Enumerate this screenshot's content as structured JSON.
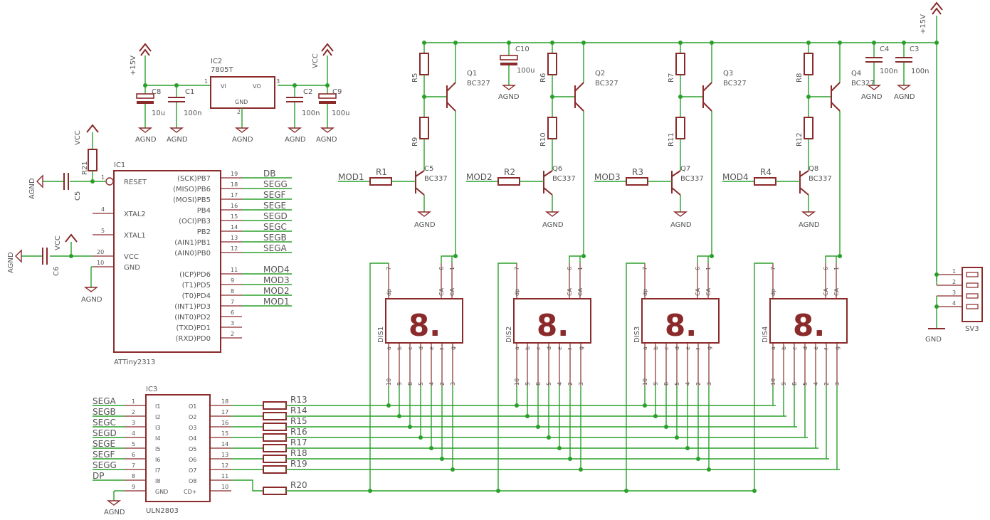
{
  "colors": {
    "wire": "#2aa02a",
    "part": "#8a2a2a",
    "text": "#555555"
  },
  "supply": {
    "v15_top": "+15V",
    "v15_reg": "+15V",
    "vcc_reg": "VCC",
    "vcc1": "VCC",
    "vcc2": "VCC"
  },
  "gnd": {
    "agnd": "AGND",
    "gnd": "GND"
  },
  "regulator": {
    "name": "IC2",
    "type": "7805T",
    "vi": "VI",
    "vo": "VO",
    "gnd": "GND",
    "p1": "1",
    "p2": "2",
    "p3": "3"
  },
  "reg_caps": [
    {
      "name": "C8",
      "value": "10u"
    },
    {
      "name": "C1",
      "value": "100n"
    },
    {
      "name": "C2",
      "value": "100n"
    },
    {
      "name": "C9",
      "value": "100u"
    }
  ],
  "mcu": {
    "name": "IC1",
    "type": "ATTiny2313",
    "reset": "RESET",
    "xtal2": "XTAL2",
    "xtal1": "XTAL1",
    "vcc": "VCC",
    "gnd": "GND",
    "left_pins": [
      "1",
      "4",
      "5",
      "20",
      "10"
    ],
    "right": [
      {
        "pin": "19",
        "label": "(SCK)PB7",
        "net": "DB"
      },
      {
        "pin": "18",
        "label": "(MISO)PB6",
        "net": "SEGG"
      },
      {
        "pin": "17",
        "label": "(MOSI)PB5",
        "net": "SEGF"
      },
      {
        "pin": "16",
        "label": "PB4",
        "net": "SEGE"
      },
      {
        "pin": "15",
        "label": "(OCI)PB3",
        "net": "SEGD"
      },
      {
        "pin": "14",
        "label": "PB2",
        "net": "SEGC"
      },
      {
        "pin": "13",
        "label": "(AIN1)PB1",
        "net": "SEGB"
      },
      {
        "pin": "12",
        "label": "(AIN0)PB0",
        "net": "SEGA"
      },
      {
        "pin": "11",
        "label": "(ICP)PD6",
        "net": "MOD4"
      },
      {
        "pin": "9",
        "label": "(T1)PD5",
        "net": "MOD3"
      },
      {
        "pin": "8",
        "label": "(T0)PD4",
        "net": "MOD2"
      },
      {
        "pin": "7",
        "label": "(INT1)PD3",
        "net": "MOD1"
      },
      {
        "pin": "6",
        "label": "(INT0)PD2",
        "net": ""
      },
      {
        "pin": "3",
        "label": "(TXD)PD1",
        "net": ""
      },
      {
        "pin": "2",
        "label": "(RXD)PD0",
        "net": ""
      }
    ]
  },
  "reset_parts": {
    "r21": "R21",
    "c5": "C5",
    "c6": "C6"
  },
  "drivers": {
    "ic": "IC3",
    "type": "ULN2803",
    "gnd": "GND",
    "cd": "CD+",
    "rows": [
      {
        "net": "SEGA",
        "in_pin": "1",
        "in": "I1",
        "out": "O1",
        "out_pin": "18",
        "res": "R13"
      },
      {
        "net": "SEGB",
        "in_pin": "2",
        "in": "I2",
        "out": "O2",
        "out_pin": "17",
        "res": "R14"
      },
      {
        "net": "SEGC",
        "in_pin": "3",
        "in": "I3",
        "out": "O3",
        "out_pin": "16",
        "res": "R15"
      },
      {
        "net": "SEGD",
        "in_pin": "4",
        "in": "I4",
        "out": "O4",
        "out_pin": "15",
        "res": "R16"
      },
      {
        "net": "SEGE",
        "in_pin": "5",
        "in": "I5",
        "out": "O5",
        "out_pin": "14",
        "res": "R17"
      },
      {
        "net": "SEGF",
        "in_pin": "6",
        "in": "I6",
        "out": "O6",
        "out_pin": "13",
        "res": "R18"
      },
      {
        "net": "SEGG",
        "in_pin": "7",
        "in": "I7",
        "out": "O7",
        "out_pin": "12",
        "res": "R19"
      },
      {
        "net": "DP",
        "in_pin": "8",
        "in": "I8",
        "out": "O8",
        "out_pin": "11",
        "res": "R20"
      }
    ],
    "gnd_pin": "9",
    "cd_pin": "10"
  },
  "digits": [
    {
      "dis": "DIS1",
      "q_hi": "Q1",
      "q_hi_type": "BC327",
      "q_lo": "C5",
      "q_lo_type": "BC337",
      "r_top": "R5",
      "r_mid": "R9",
      "r_base": "R1",
      "mod": "MOD1"
    },
    {
      "dis": "DIS2",
      "q_hi": "Q2",
      "q_hi_type": "BC327",
      "q_lo": "Q6",
      "q_lo_type": "BC337",
      "r_top": "R6",
      "r_mid": "R10",
      "r_base": "R2",
      "mod": "MOD2"
    },
    {
      "dis": "DIS3",
      "q_hi": "Q3",
      "q_hi_type": "BC327",
      "q_lo": "Q7",
      "q_lo_type": "BC337",
      "r_top": "R7",
      "r_mid": "R11",
      "r_base": "R3",
      "mod": "MOD3"
    },
    {
      "dis": "DIS4",
      "q_hi": "Q4",
      "q_hi_type": "BC327",
      "q_lo": "Q8",
      "q_lo_type": "BC337",
      "r_top": "R8",
      "r_mid": "R12",
      "r_base": "R4",
      "mod": "MOD4"
    }
  ],
  "display": {
    "glyph": "8.",
    "top_pins": [
      "7",
      "6",
      "1"
    ],
    "top_names": [
      "dp",
      "CA",
      "CA"
    ],
    "bottom_names": [
      "a",
      "b",
      "c",
      "d",
      "e",
      "f",
      "g"
    ],
    "bottom_pins": [
      "10",
      "9",
      "8",
      "5",
      "4",
      "2",
      "3"
    ]
  },
  "decoupling": [
    {
      "name": "C10",
      "value": "100u"
    },
    {
      "name": "C4",
      "value": "100n"
    },
    {
      "name": "C3",
      "value": "100n"
    }
  ],
  "connector": {
    "name": "SV3",
    "pins": [
      "1",
      "2",
      "3",
      "4"
    ]
  }
}
